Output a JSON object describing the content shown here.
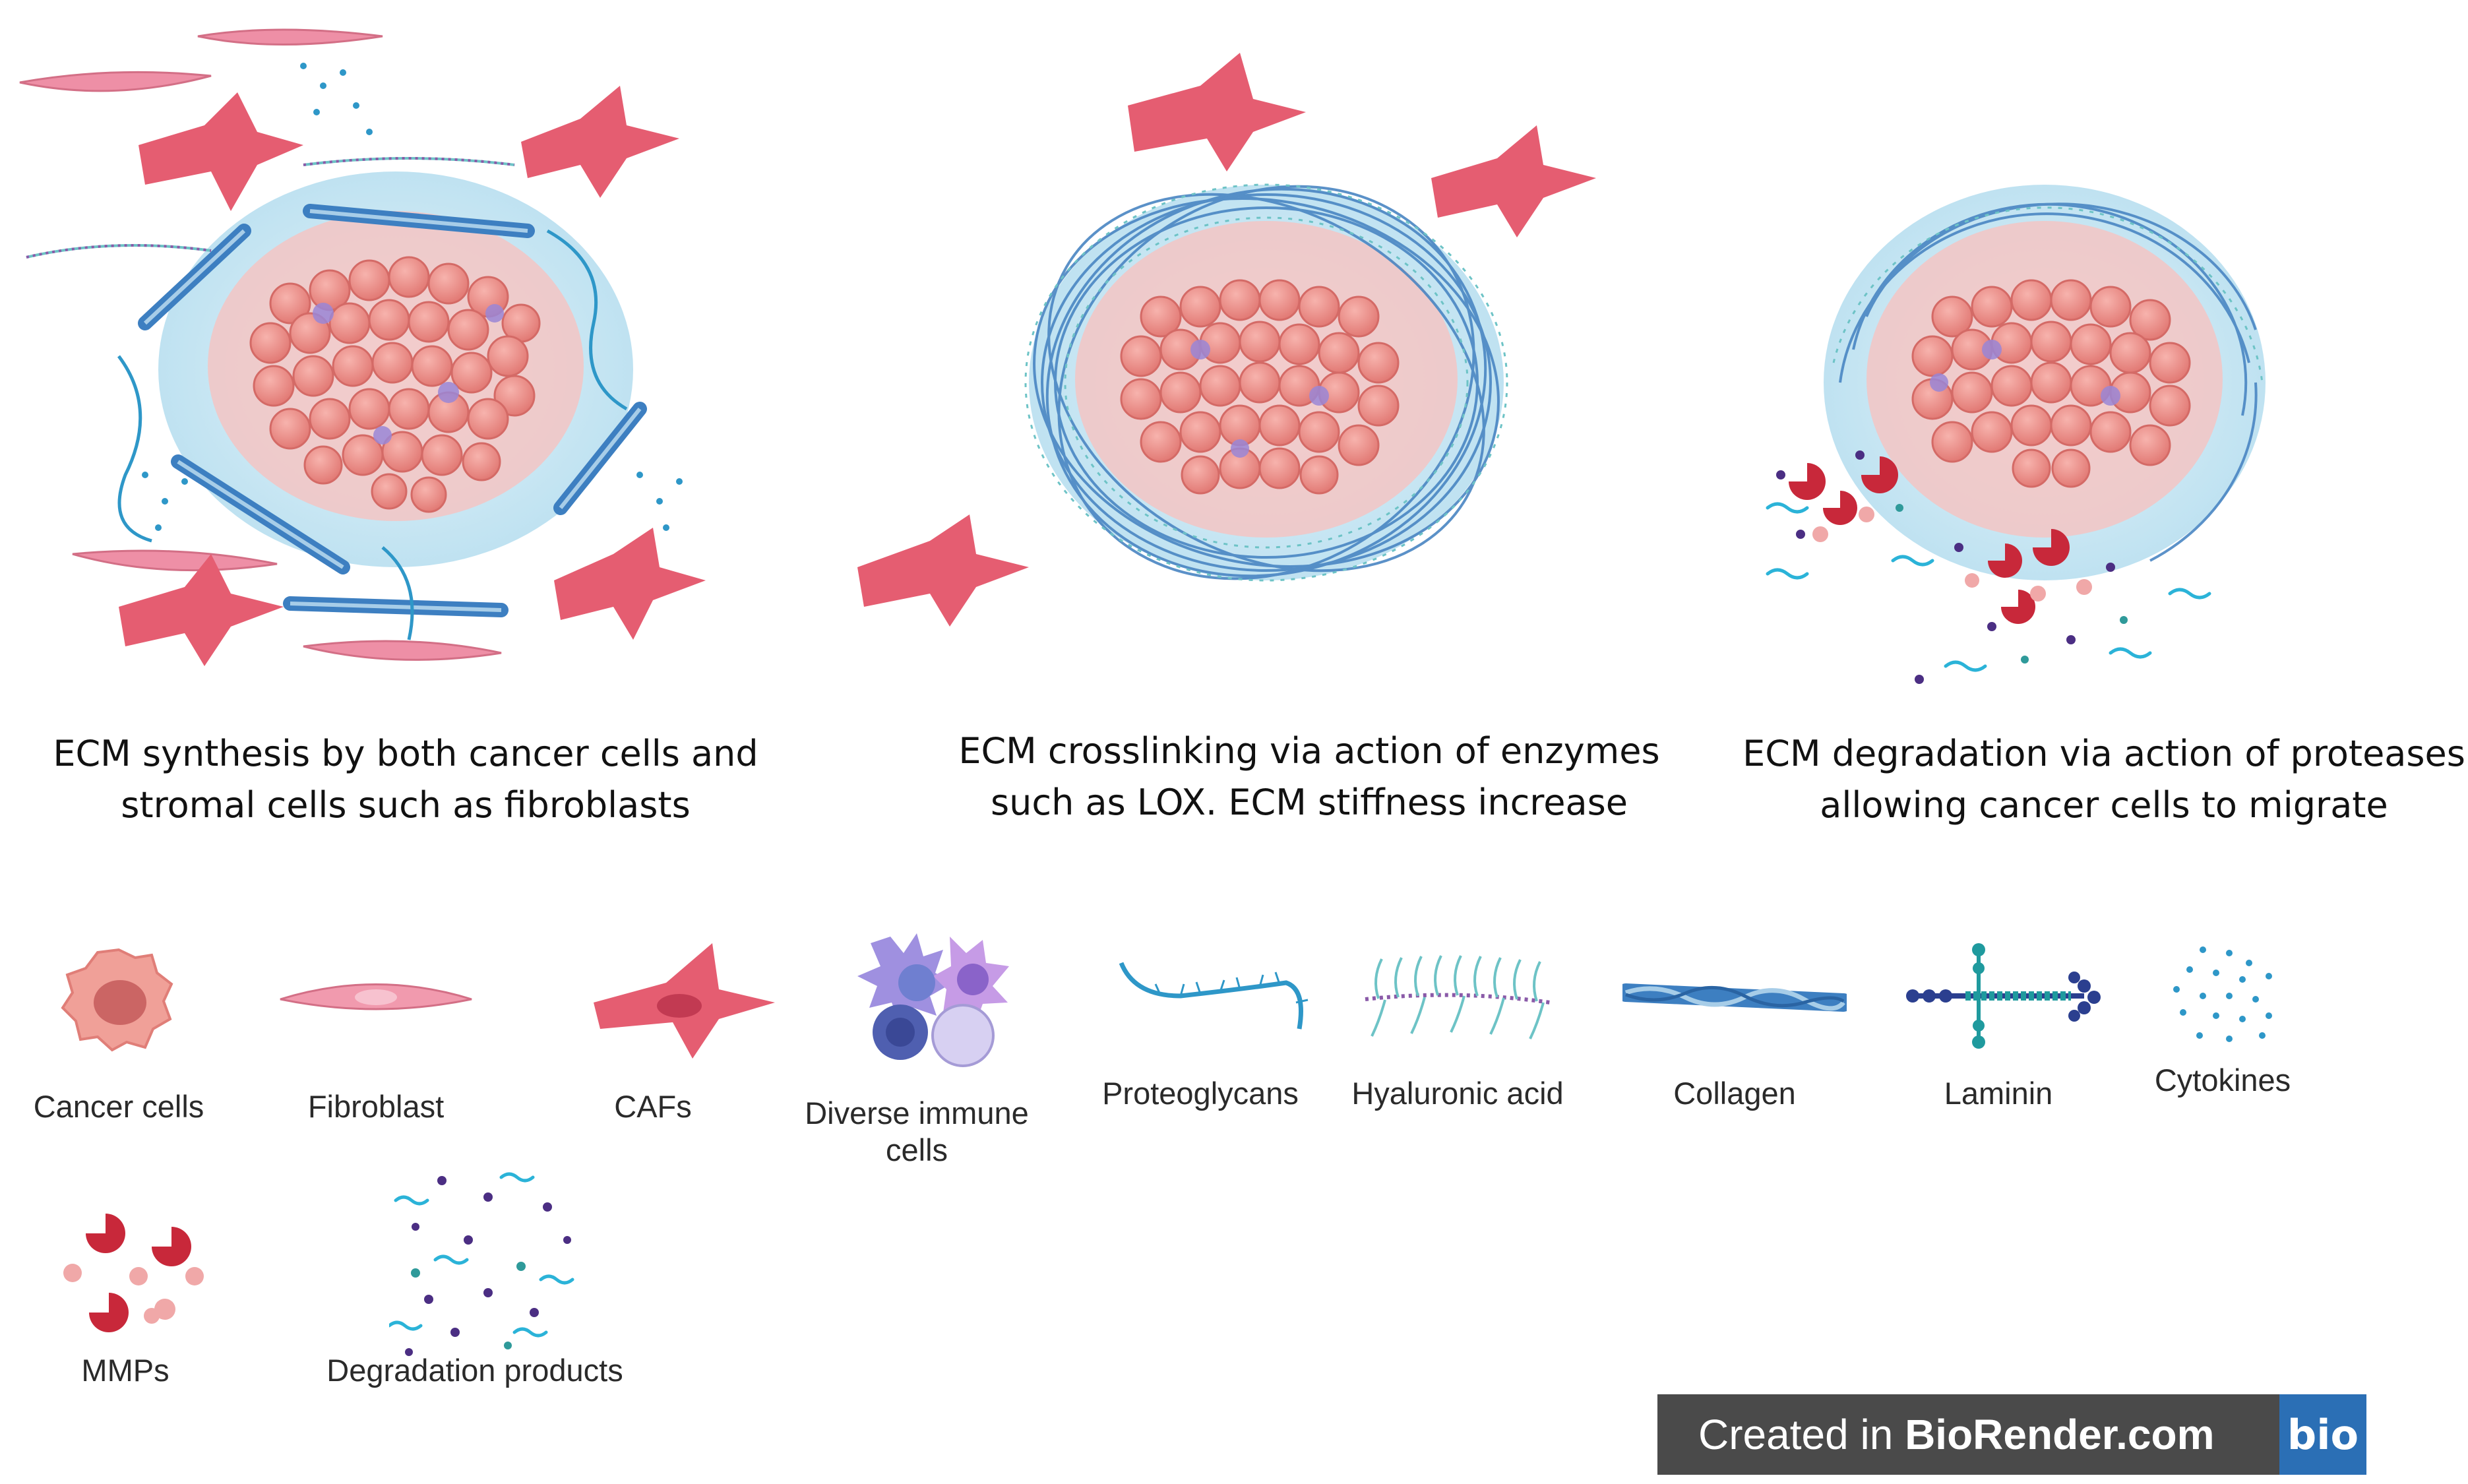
{
  "stages": [
    {
      "caption_lines": [
        "ECM synthesis by both cancer cells and",
        "stromal cells such as fibroblasts"
      ]
    },
    {
      "caption_lines": [
        "ECM crosslinking via action of enzymes",
        "such as LOX. ECM stiffness increase"
      ]
    },
    {
      "caption_lines": [
        "ECM degradation via action of proteases",
        "allowing cancer cells to migrate"
      ]
    }
  ],
  "legend": [
    {
      "label_lines": [
        "Cancer cells"
      ],
      "icon": "cancer-cell-icon"
    },
    {
      "label_lines": [
        "Fibroblast"
      ],
      "icon": "fibroblast-icon"
    },
    {
      "label_lines": [
        "CAFs"
      ],
      "icon": "caf-icon"
    },
    {
      "label_lines": [
        "Diverse immune",
        "cells"
      ],
      "icon": "immune-cells-icon"
    },
    {
      "label_lines": [
        "Proteoglycans"
      ],
      "icon": "proteoglycan-icon"
    },
    {
      "label_lines": [
        "Hyaluronic acid"
      ],
      "icon": "hyaluronic-acid-icon"
    },
    {
      "label_lines": [
        "Collagen"
      ],
      "icon": "collagen-icon"
    },
    {
      "label_lines": [
        "Laminin"
      ],
      "icon": "laminin-icon"
    },
    {
      "label_lines": [
        "Cytokines"
      ],
      "icon": "cytokines-icon"
    },
    {
      "label_lines": [
        "MMPs"
      ],
      "icon": "mmp-icon"
    },
    {
      "label_lines": [
        "Degradation products"
      ],
      "icon": "degradation-products-icon"
    }
  ],
  "badge": {
    "prefix": "Created in ",
    "brand": "BioRender.com",
    "logo": "bio"
  },
  "colors": {
    "cancer_cell": "#ee8f8a",
    "tumor_halo": "#cfe9f4",
    "fibroblast": "#ee8fa6",
    "caf": "#e55d71",
    "collagen": "#3d7fc1",
    "proteoglycan": "#2e97c8",
    "mmp": "#c8283a",
    "immune": "#9a86d6"
  }
}
